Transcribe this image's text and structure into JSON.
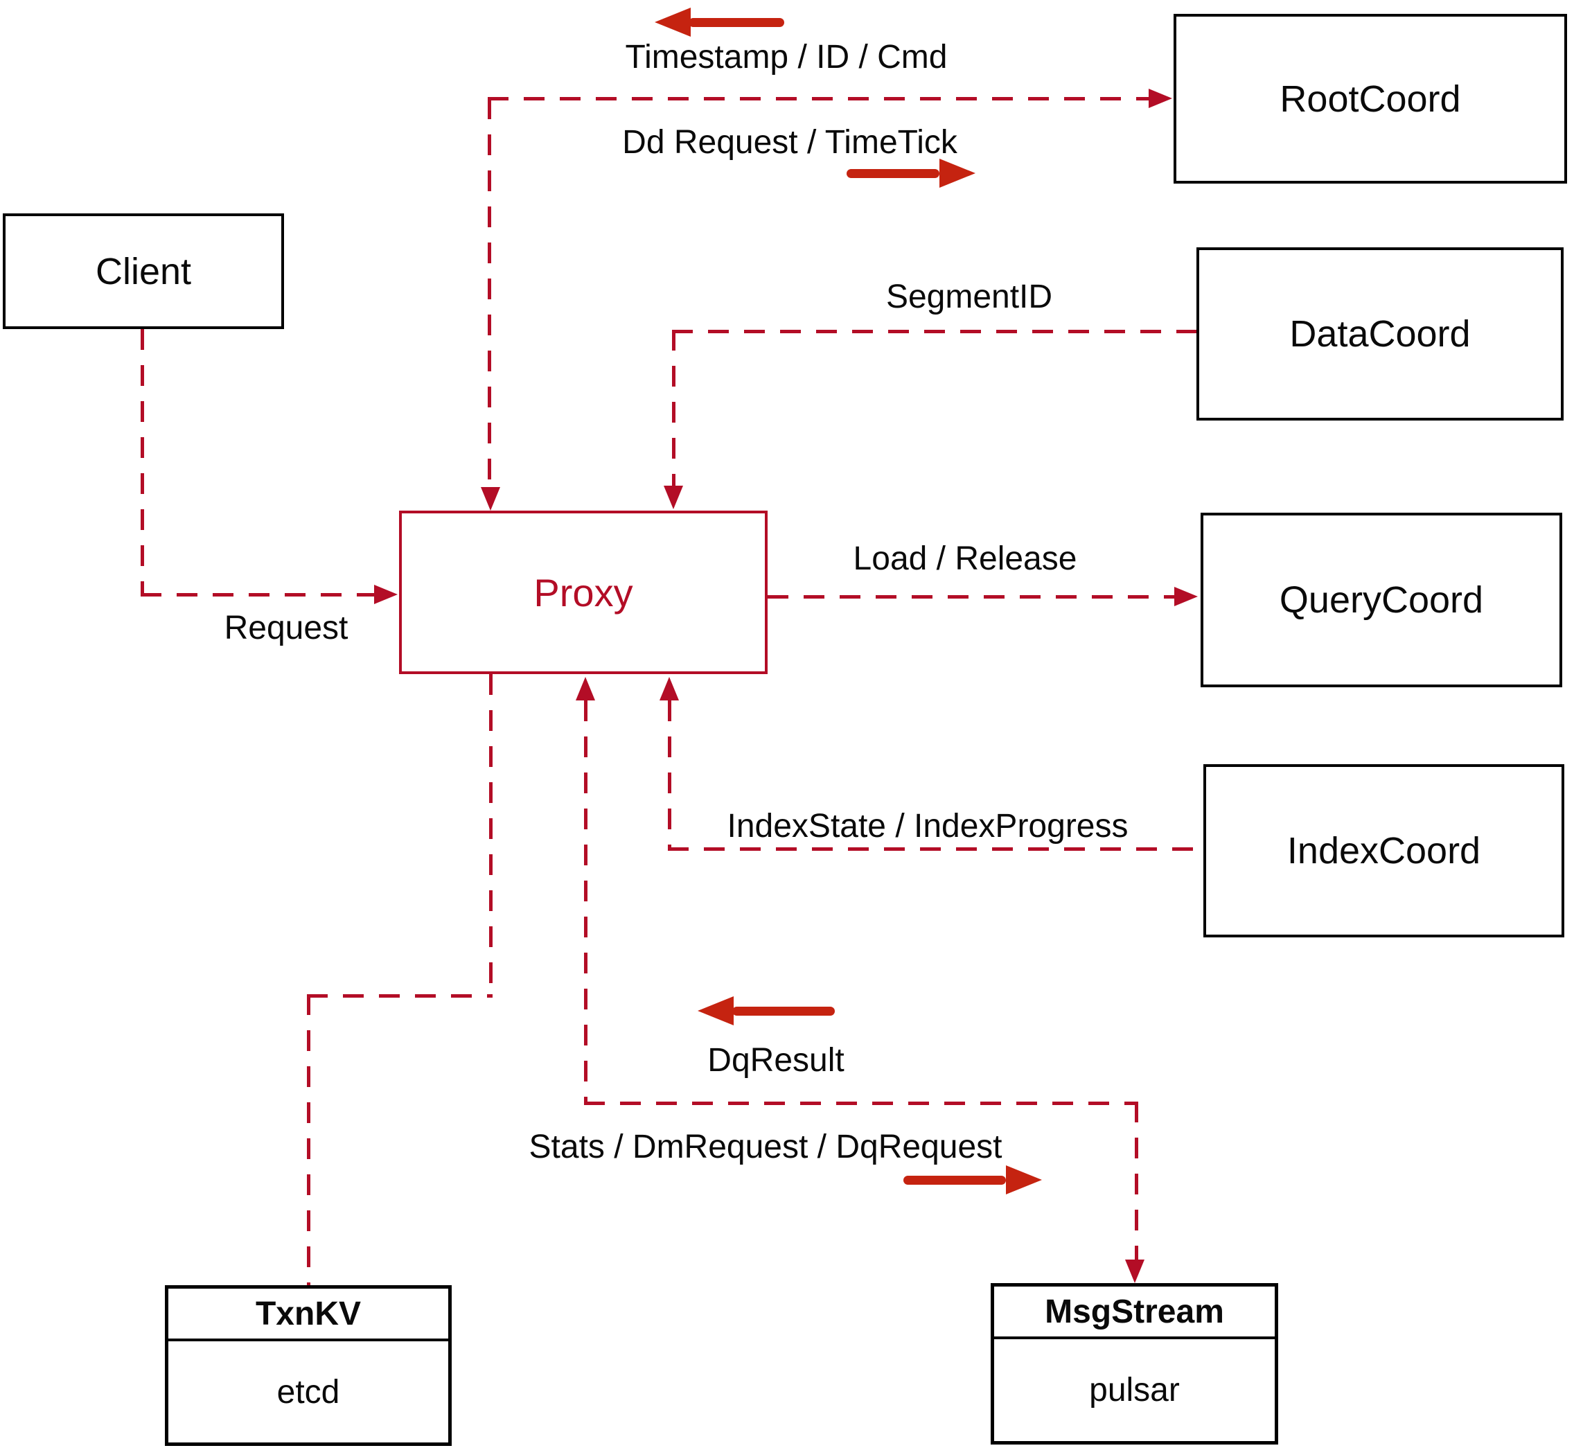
{
  "diagram": {
    "nodes": {
      "client": {
        "label": "Client"
      },
      "proxy": {
        "label": "Proxy"
      },
      "root_coord": {
        "label": "RootCoord"
      },
      "data_coord": {
        "label": "DataCoord"
      },
      "query_coord": {
        "label": "QueryCoord"
      },
      "index_coord": {
        "label": "IndexCoord"
      },
      "txn_kv": {
        "title": "TxnKV",
        "subtitle": "etcd"
      },
      "msg_stream": {
        "title": "MsgStream",
        "subtitle": "pulsar"
      }
    },
    "edges": {
      "proxy_rootcoord": {
        "to_proxy_label": "Timestamp / ID / Cmd",
        "to_rootcoord_label": "Dd Request / TimeTick"
      },
      "client_proxy": {
        "label": "Request"
      },
      "datacoord_proxy": {
        "label": "SegmentID"
      },
      "proxy_querycoord": {
        "label": "Load / Release"
      },
      "indexcoord_proxy": {
        "label": "IndexState / IndexProgress"
      },
      "proxy_msgstream": {
        "to_proxy_label": "DqResult",
        "to_msgstream_label": "Stats / DmRequest / DqRequest"
      }
    },
    "colors": {
      "dashed_line": "#b30d26",
      "direction_arrow": "#c52310",
      "box_border": "#000000",
      "text": "#0a0a0a",
      "background": "#ffffff"
    }
  }
}
